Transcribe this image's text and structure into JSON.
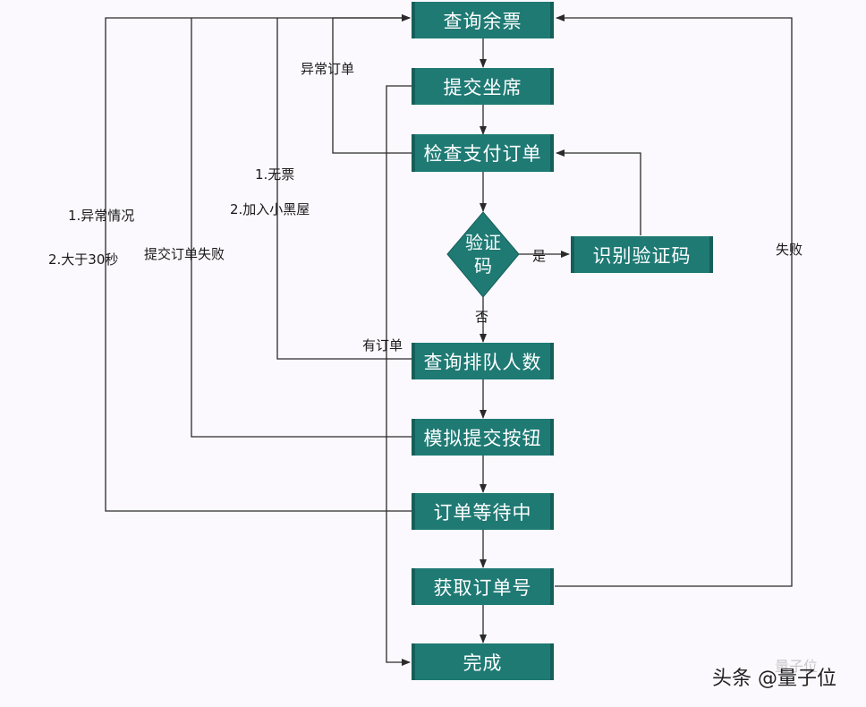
{
  "nodes": {
    "query_balance": "查询余票",
    "submit_seat": "提交坐席",
    "check_payment": "检查支付订单",
    "verify_code_line1": "验证",
    "verify_code_line2": "码",
    "recognize_code": "识别验证码",
    "query_queue": "查询排队人数",
    "simulate_submit": "模拟提交按钮",
    "order_waiting": "订单等待中",
    "get_order_no": "获取订单号",
    "done": "完成"
  },
  "edge_labels": {
    "abnormal_order": "异常订单",
    "no_ticket": "1.无票",
    "blacklist": "2.加入小黑屋",
    "abnormal_case": "1.异常情况",
    "over_30s": "2.大于30秒",
    "submit_failed": "提交订单失败",
    "yes": "是",
    "no": "否",
    "has_order": "有订单",
    "failed": "失败"
  },
  "watermark": {
    "text": "头条 @量子位",
    "faint": "量子位"
  },
  "colors": {
    "node_fill": "#1f7a74",
    "node_border": "#155f5a",
    "line": "#2a2a2a",
    "background": "#fbf9fe"
  }
}
